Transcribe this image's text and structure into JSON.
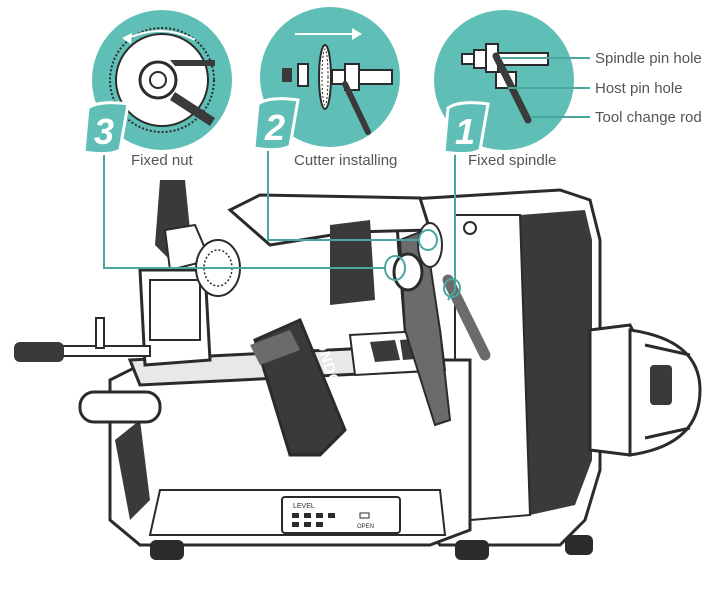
{
  "colors": {
    "accent": "#5FBFB6",
    "callout_line": "#4AA79E",
    "machine_dark": "#2B2B2B",
    "machine_mid": "#6B6B6B",
    "machine_light": "#D9D9D9",
    "label_text": "#555555"
  },
  "steps": [
    {
      "number": "3",
      "caption": "Fixed nut"
    },
    {
      "number": "2",
      "caption": "Cutter installing"
    },
    {
      "number": "1",
      "caption": "Fixed spindle"
    }
  ],
  "part_labels": {
    "spindle_pin_hole": "Spindle pin hole",
    "host_pin_hole": "Host pin hole",
    "tool_change_rod": "Tool change rod"
  },
  "machine": {
    "brand": "CONDOR",
    "panel_title": "LEVEL",
    "panel_right": "OPEN"
  },
  "icons": [
    "rotation-arrow-icon",
    "direction-arrow-icon",
    "wrench-icon",
    "cutter-icon",
    "spindle-icon"
  ]
}
